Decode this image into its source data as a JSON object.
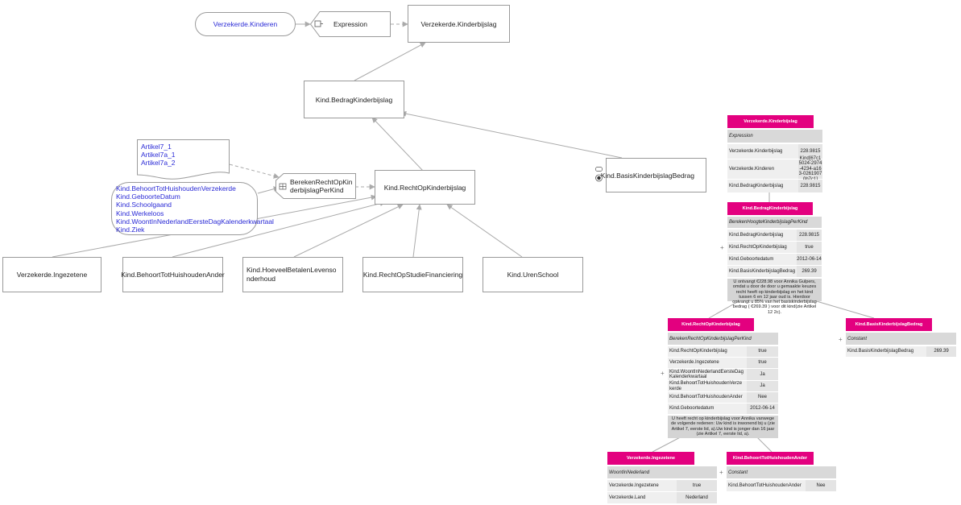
{
  "nodes": {
    "verzekerde_kinderen": "Verzekerde.Kinderen",
    "expression": "Expression",
    "verzekerde_kinderbijslag": "Verzekerde.Kinderbijslag",
    "kind_bedrag": "Kind.BedragKinderbijslag",
    "bereken": "BerekenRechtOpKinderbijslagPerKind",
    "kind_recht": "Kind.RechtOpKinderbijslag",
    "kind_basis": "Kind.BasisKinderbijslagBedrag",
    "verzekerde_ingezetene": "Verzekerde.Ingezetene",
    "kind_behoort_ander": "Kind.BehoortTotHuishoudenAnder",
    "kind_hoeveel": "Kind.HoeveelBetalenLevensonderhoud",
    "kind_studie": "Kind.RechtOpStudieFinanciering",
    "kind_uren": "Kind.UrenSchool"
  },
  "articles": [
    "Artikel7_1",
    "Artikel7a_1",
    "Artikel7a_2"
  ],
  "inputs": [
    "Kind.BehoortTotHuishoudenVerzekerde",
    "Kind.GeboorteDatum",
    "Kind.Schoolgaand",
    "Kind.Werkeloos",
    "Kind.WoontInNederlandEersteDagKalenderkwartaal",
    "Kind.Ziek"
  ],
  "tables": {
    "t1": {
      "title": "Verzekerde.Kinderbijslag",
      "subtitle": "Expression",
      "rows": [
        [
          "Verzekerde.Kinderbijslag",
          "228.9815"
        ],
        [
          "Verzekerde.Kinderen",
          "Kind[67c15024-2974-4234-a163-0261907 0b7c1]"
        ],
        [
          "Kind.BedragKinderbijslag",
          "228.9815"
        ]
      ]
    },
    "t2": {
      "title": "Kind.BedragKinderbijslag",
      "subtitle": "BerekenHoogteKinderbijslagPerKind",
      "rows": [
        [
          "Kind.BedragKinderbijslag",
          "228.9815"
        ],
        [
          "Kind.RechtOpKinderbijslag",
          "true"
        ],
        [
          "Kind.Geboortedatum",
          "2012-06-14"
        ],
        [
          "Kind.BasisKinderbijslagBedrag",
          "269.39"
        ]
      ],
      "note": "U ontvangt €228.98 voor Annika Gulpers, omdat u door de door u gemaakte keuzes recht heeft op kinderbijslag en het kind tussen 6 en 12 jaar oud is. Hierdoor ontvangt u 85% van het basiskinderbijslag bedrag ( €269.39 ) voor dit kind(zie Artikel 12 2c)."
    },
    "t3": {
      "title": "Kind.RechtOpKinderbijslag",
      "subtitle": "BerekenRechtOpKinderbijslagPerKind",
      "rows": [
        [
          "Kind.RechtOpKinderbijslag",
          "true"
        ],
        [
          "Verzekerde.Ingezetene",
          "true"
        ],
        [
          "Kind.WoontInNederlandEersteDag Kalenderkwartaal",
          "Ja"
        ],
        [
          "Kind.BehoortTotHuishoudenVerze kerde",
          "Ja"
        ],
        [
          "Kind.BehoortTotHuishoudenAnder",
          "Nee"
        ],
        [
          "Kind.Geboortedatum",
          "2012-06-14"
        ]
      ],
      "note": "U heeft recht op kinderbijslag voor Annika vanwege de volgende redenen: Uw kind is inwonend bij u (zie Artikel 7, eerste lid, a).Uw kind is jonger dan 16 jaar (zie Artikel 7, eerste lid, a)."
    },
    "t4": {
      "title": "Kind.BasisKinderbijslagBedrag",
      "subtitle": "Constant",
      "rows": [
        [
          "Kind.BasisKinderbijslagBedrag",
          "269.39"
        ]
      ]
    },
    "t5": {
      "title": "Verzekerde.Ingezetene",
      "subtitle": "WoontInNederland",
      "rows": [
        [
          "Verzekerde.Ingezetene",
          "true"
        ],
        [
          "Verzekerde.Land",
          "Nederland"
        ]
      ]
    },
    "t6": {
      "title": "Kind.BehoortTotHuishoudenAnder",
      "subtitle": "Constant",
      "rows": [
        [
          "Kind.BehoortTotHuishoudenAnder",
          "Nee"
        ]
      ]
    }
  },
  "colors": {
    "header": "#e3007f",
    "link": "#2a2ad6",
    "edge": "#aaaaaa"
  },
  "icons": {
    "plus": "+"
  }
}
